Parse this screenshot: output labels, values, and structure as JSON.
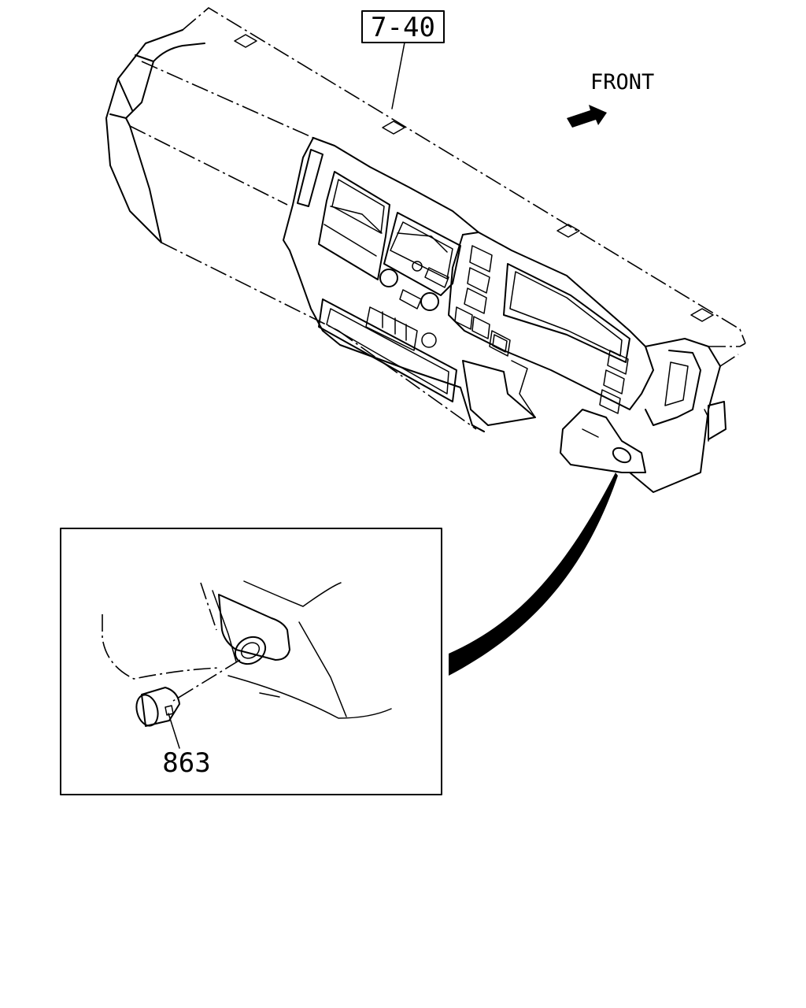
{
  "reference": {
    "label": "7-40"
  },
  "direction": {
    "label": "FRONT"
  },
  "part": {
    "number": "863"
  }
}
